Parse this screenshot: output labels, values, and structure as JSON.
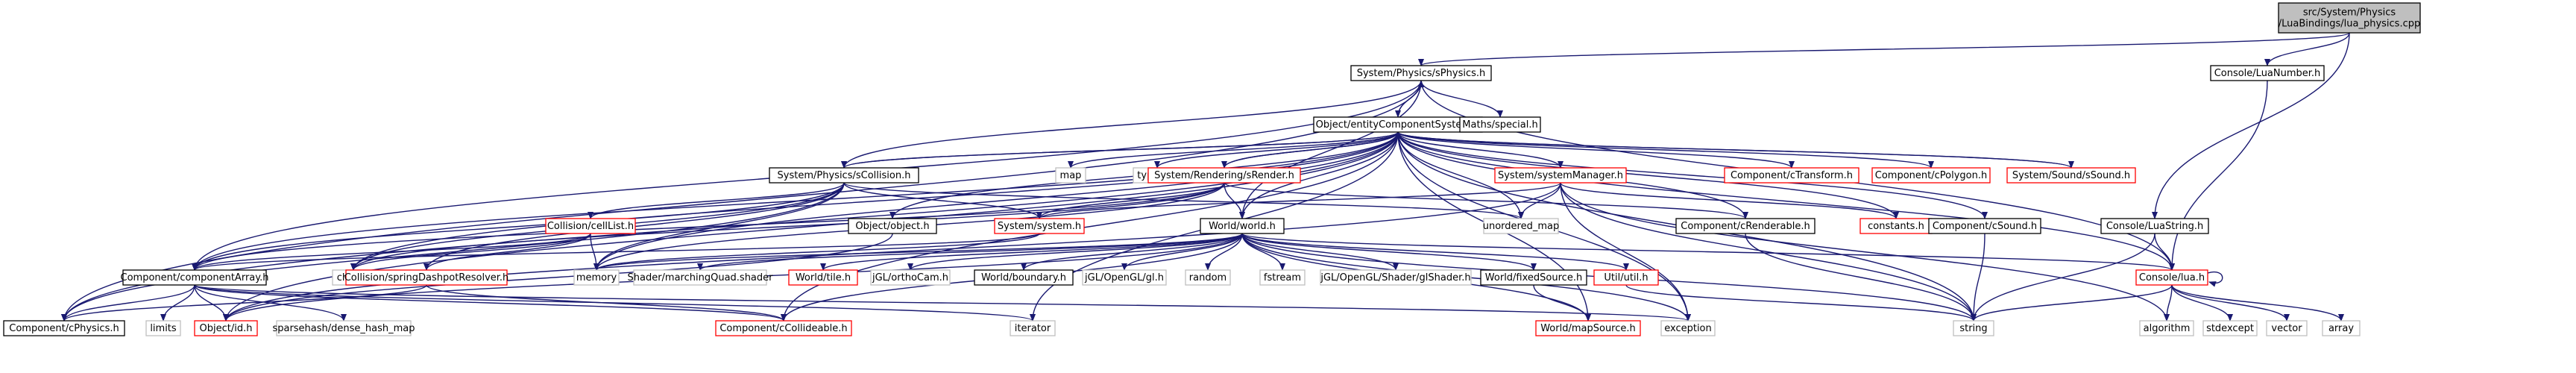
{
  "colors": {
    "edge": "#191970",
    "root_fill": "#bfbfbf",
    "root_stroke": "#000000",
    "normal_stroke": "#000000",
    "missing_stroke": "#ff0000",
    "system_stroke": "#bfbfbf",
    "label": "#000000"
  },
  "nodes": [
    {
      "id": "root",
      "kind": "root",
      "lines": [
        "src/System/Physics",
        "/LuaBindings/lua_physics.cpp"
      ]
    },
    {
      "id": "sphysics",
      "kind": "normal",
      "lines": [
        "System/Physics/sPhysics.h"
      ]
    },
    {
      "id": "luanumber",
      "kind": "normal",
      "lines": [
        "Console/LuaNumber.h"
      ]
    },
    {
      "id": "ecs",
      "kind": "normal",
      "lines": [
        "Object/entityComponentSystem.h"
      ]
    },
    {
      "id": "special",
      "kind": "normal",
      "lines": [
        "Maths/special.h"
      ]
    },
    {
      "id": "map",
      "kind": "system",
      "lines": [
        "map"
      ]
    },
    {
      "id": "typeinfo",
      "kind": "system",
      "lines": [
        "typeinfo"
      ]
    },
    {
      "id": "scollision",
      "kind": "normal",
      "lines": [
        "System/Physics/sCollision.h"
      ]
    },
    {
      "id": "srender",
      "kind": "missing",
      "lines": [
        "System/Rendering/sRender.h"
      ]
    },
    {
      "id": "sysmanager",
      "kind": "missing",
      "lines": [
        "System/systemManager.h"
      ]
    },
    {
      "id": "ctransform",
      "kind": "missing",
      "lines": [
        "Component/cTransform.h"
      ]
    },
    {
      "id": "cpolygon",
      "kind": "missing",
      "lines": [
        "Component/cPolygon.h"
      ]
    },
    {
      "id": "ssound",
      "kind": "missing",
      "lines": [
        "System/Sound/sSound.h"
      ]
    },
    {
      "id": "objecth",
      "kind": "normal",
      "lines": [
        "Object/object.h"
      ]
    },
    {
      "id": "celllist",
      "kind": "missing",
      "lines": [
        "Collision/cellList.h"
      ]
    },
    {
      "id": "systemh",
      "kind": "missing",
      "lines": [
        "System/system.h"
      ]
    },
    {
      "id": "unordered_map",
      "kind": "system",
      "lines": [
        "unordered_map"
      ]
    },
    {
      "id": "crenderable",
      "kind": "normal",
      "lines": [
        "Component/cRenderable.h"
      ]
    },
    {
      "id": "constants",
      "kind": "missing",
      "lines": [
        "constants.h"
      ]
    },
    {
      "id": "csound",
      "kind": "normal",
      "lines": [
        "Component/cSound.h"
      ]
    },
    {
      "id": "luastring",
      "kind": "normal",
      "lines": [
        "Console/LuaString.h"
      ]
    },
    {
      "id": "worldh",
      "kind": "normal",
      "lines": [
        "World/world.h"
      ]
    },
    {
      "id": "comparray",
      "kind": "normal",
      "lines": [
        "Component/componentArray.h"
      ]
    },
    {
      "id": "chrono",
      "kind": "system",
      "lines": [
        "chrono"
      ]
    },
    {
      "id": "springdashpot",
      "kind": "missing",
      "lines": [
        "Collision/springDashpotResolver.h"
      ]
    },
    {
      "id": "memory",
      "kind": "system",
      "lines": [
        "memory"
      ]
    },
    {
      "id": "shader",
      "kind": "system",
      "lines": [
        "Shader/marchingQuad.shader"
      ]
    },
    {
      "id": "tile",
      "kind": "missing",
      "lines": [
        "World/tile.h"
      ]
    },
    {
      "id": "orthocam",
      "kind": "system",
      "lines": [
        "jGL/orthoCam.h"
      ]
    },
    {
      "id": "boundary",
      "kind": "normal",
      "lines": [
        "World/boundary.h"
      ]
    },
    {
      "id": "jglgl",
      "kind": "system",
      "lines": [
        "jGL/OpenGL/gl.h"
      ]
    },
    {
      "id": "random",
      "kind": "system",
      "lines": [
        "random"
      ]
    },
    {
      "id": "fstream",
      "kind": "system",
      "lines": [
        "fstream"
      ]
    },
    {
      "id": "glshader",
      "kind": "system",
      "lines": [
        "jGL/OpenGL/Shader/glShader.h"
      ]
    },
    {
      "id": "fixedsource",
      "kind": "normal",
      "lines": [
        "World/fixedSource.h"
      ]
    },
    {
      "id": "util",
      "kind": "missing",
      "lines": [
        "Util/util.h"
      ]
    },
    {
      "id": "lua",
      "kind": "missing",
      "lines": [
        "Console/lua.h"
      ]
    },
    {
      "id": "cphysics",
      "kind": "normal",
      "lines": [
        "Component/cPhysics.h"
      ]
    },
    {
      "id": "limits",
      "kind": "system",
      "lines": [
        "limits"
      ]
    },
    {
      "id": "id",
      "kind": "missing",
      "lines": [
        "Object/id.h"
      ]
    },
    {
      "id": "sparsehash",
      "kind": "system",
      "lines": [
        "sparsehash/dense_hash_map"
      ]
    },
    {
      "id": "ccollideable",
      "kind": "missing",
      "lines": [
        "Component/cCollideable.h"
      ]
    },
    {
      "id": "iterator",
      "kind": "system",
      "lines": [
        "iterator"
      ]
    },
    {
      "id": "mapsource",
      "kind": "missing",
      "lines": [
        "World/mapSource.h"
      ]
    },
    {
      "id": "exception",
      "kind": "system",
      "lines": [
        "exception"
      ]
    },
    {
      "id": "string",
      "kind": "system",
      "lines": [
        "string"
      ]
    },
    {
      "id": "algorithm",
      "kind": "system",
      "lines": [
        "algorithm"
      ]
    },
    {
      "id": "stdexcept",
      "kind": "system",
      "lines": [
        "stdexcept"
      ]
    },
    {
      "id": "vector",
      "kind": "system",
      "lines": [
        "vector"
      ]
    },
    {
      "id": "array",
      "kind": "system",
      "lines": [
        "array"
      ]
    }
  ],
  "edges": [
    [
      "root",
      "sphysics"
    ],
    [
      "root",
      "luanumber"
    ],
    [
      "root",
      "luastring"
    ],
    [
      "sphysics",
      "ecs"
    ],
    [
      "sphysics",
      "special"
    ],
    [
      "sphysics",
      "scollision"
    ],
    [
      "sphysics",
      "comparray"
    ],
    [
      "sphysics",
      "cphysics"
    ],
    [
      "sphysics",
      "worldh"
    ],
    [
      "sphysics",
      "lua"
    ],
    [
      "luanumber",
      "lua"
    ],
    [
      "luastring",
      "lua"
    ],
    [
      "luastring",
      "string"
    ],
    [
      "ecs",
      "sphysics"
    ],
    [
      "ecs",
      "scollision"
    ],
    [
      "ecs",
      "srender"
    ],
    [
      "ecs",
      "map"
    ],
    [
      "ecs",
      "typeinfo"
    ],
    [
      "ecs",
      "sysmanager"
    ],
    [
      "ecs",
      "ctransform"
    ],
    [
      "ecs",
      "cpolygon"
    ],
    [
      "ecs",
      "ssound"
    ],
    [
      "ecs",
      "objecth"
    ],
    [
      "ecs",
      "comparray"
    ],
    [
      "ecs",
      "cphysics"
    ],
    [
      "ecs",
      "unordered_map"
    ],
    [
      "ecs",
      "crenderable"
    ],
    [
      "ecs",
      "csound"
    ],
    [
      "ecs",
      "worldh"
    ],
    [
      "ecs",
      "lua"
    ],
    [
      "ecs",
      "string"
    ],
    [
      "ecs",
      "exception"
    ],
    [
      "ecs",
      "iterator"
    ],
    [
      "ecs",
      "mapsource"
    ],
    [
      "ecs",
      "ccollideable"
    ],
    [
      "ecs",
      "id"
    ],
    [
      "ecs",
      "chrono"
    ],
    [
      "ecs",
      "memory"
    ],
    [
      "ecs",
      "constants"
    ],
    [
      "scollision",
      "ecs"
    ],
    [
      "scollision",
      "celllist"
    ],
    [
      "scollision",
      "systemh"
    ],
    [
      "scollision",
      "springdashpot"
    ],
    [
      "scollision",
      "comparray"
    ],
    [
      "scollision",
      "cphysics"
    ],
    [
      "scollision",
      "chrono"
    ],
    [
      "scollision",
      "memory"
    ],
    [
      "scollision",
      "unordered_map"
    ],
    [
      "srender",
      "ecs"
    ],
    [
      "srender",
      "systemh"
    ],
    [
      "srender",
      "worldh"
    ],
    [
      "srender",
      "crenderable"
    ],
    [
      "srender",
      "comparray"
    ],
    [
      "srender",
      "chrono"
    ],
    [
      "srender",
      "memory"
    ],
    [
      "sysmanager",
      "systemh"
    ],
    [
      "sysmanager",
      "unordered_map"
    ],
    [
      "sysmanager",
      "constants"
    ],
    [
      "sysmanager",
      "string"
    ],
    [
      "sysmanager",
      "exception"
    ],
    [
      "sysmanager",
      "algorithm"
    ],
    [
      "sysmanager",
      "id"
    ],
    [
      "ssound",
      "ecs"
    ],
    [
      "objecth",
      "id"
    ],
    [
      "celllist",
      "comparray"
    ],
    [
      "celllist",
      "chrono"
    ],
    [
      "celllist",
      "memory"
    ],
    [
      "celllist",
      "springdashpot"
    ],
    [
      "systemh",
      "memory"
    ],
    [
      "systemh",
      "comparray"
    ],
    [
      "crenderable",
      "string"
    ],
    [
      "csound",
      "string"
    ],
    [
      "worldh",
      "shader"
    ],
    [
      "worldh",
      "tile"
    ],
    [
      "worldh",
      "orthocam"
    ],
    [
      "worldh",
      "boundary"
    ],
    [
      "worldh",
      "jglgl"
    ],
    [
      "worldh",
      "random"
    ],
    [
      "worldh",
      "fstream"
    ],
    [
      "worldh",
      "glshader"
    ],
    [
      "worldh",
      "fixedsource"
    ],
    [
      "worldh",
      "util"
    ],
    [
      "worldh",
      "lua"
    ],
    [
      "worldh",
      "mapsource"
    ],
    [
      "worldh",
      "exception"
    ],
    [
      "worldh",
      "string"
    ],
    [
      "worldh",
      "memory"
    ],
    [
      "worldh",
      "id"
    ],
    [
      "worldh",
      "ccollideable"
    ],
    [
      "fixedsource",
      "mapsource"
    ],
    [
      "util",
      "string"
    ],
    [
      "comparray",
      "cphysics"
    ],
    [
      "comparray",
      "limits"
    ],
    [
      "comparray",
      "id"
    ],
    [
      "comparray",
      "sparsehash"
    ],
    [
      "comparray",
      "ccollideable"
    ],
    [
      "comparray",
      "exception"
    ],
    [
      "comparray",
      "iterator"
    ],
    [
      "springdashpot",
      "cphysics"
    ],
    [
      "springdashpot",
      "ccollideable"
    ],
    [
      "lua",
      "lua"
    ],
    [
      "lua",
      "string"
    ],
    [
      "lua",
      "algorithm"
    ],
    [
      "lua",
      "stdexcept"
    ],
    [
      "lua",
      "vector"
    ],
    [
      "lua",
      "array"
    ]
  ]
}
